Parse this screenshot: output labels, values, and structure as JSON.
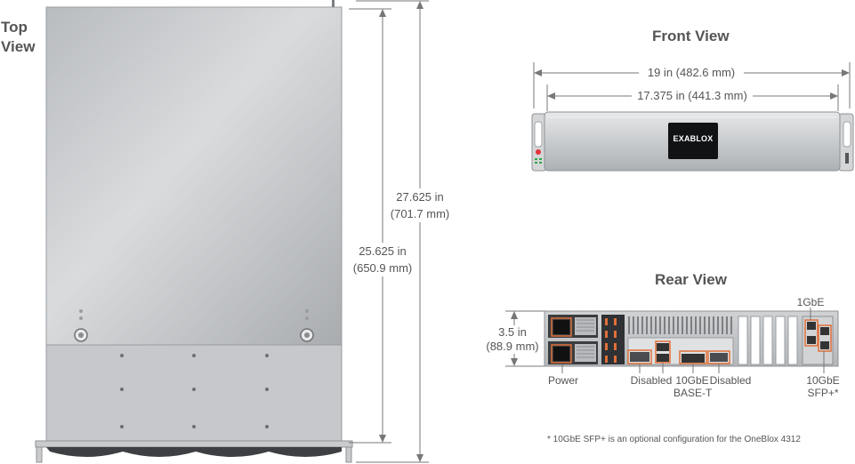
{
  "top_view": {
    "title_line1": "Top",
    "title_line2": "View",
    "outer_depth_in": "27.625 in",
    "outer_depth_mm": "(701.7 mm)",
    "inner_depth_in": "25.625 in",
    "inner_depth_mm": "(650.9 mm)"
  },
  "front_view": {
    "title": "Front View",
    "outer_width": "19 in (482.6 mm)",
    "inner_width": "17.375 in (441.3 mm)",
    "logo_text": "EXABLOX"
  },
  "rear_view": {
    "title": "Rear View",
    "height_in": "3.5 in",
    "height_mm": "(88.9 mm)",
    "labels": {
      "power": "Power",
      "disabled_left": "Disabled",
      "tengbe_line1": "10GbE",
      "tengbe_line2": "BASE-T",
      "disabled_right": "Disabled",
      "onegbe": "1GbE",
      "sfp_line1": "10GbE",
      "sfp_line2": "SFP+*"
    },
    "footnote": "* 10GbE SFP+ is an optional configuration for the OneBlox 4312"
  },
  "colors": {
    "chassis_light": "#d6d8da",
    "chassis_dark": "#a8abae",
    "accent_orange": "#e0703a",
    "text_gray": "#555555"
  }
}
